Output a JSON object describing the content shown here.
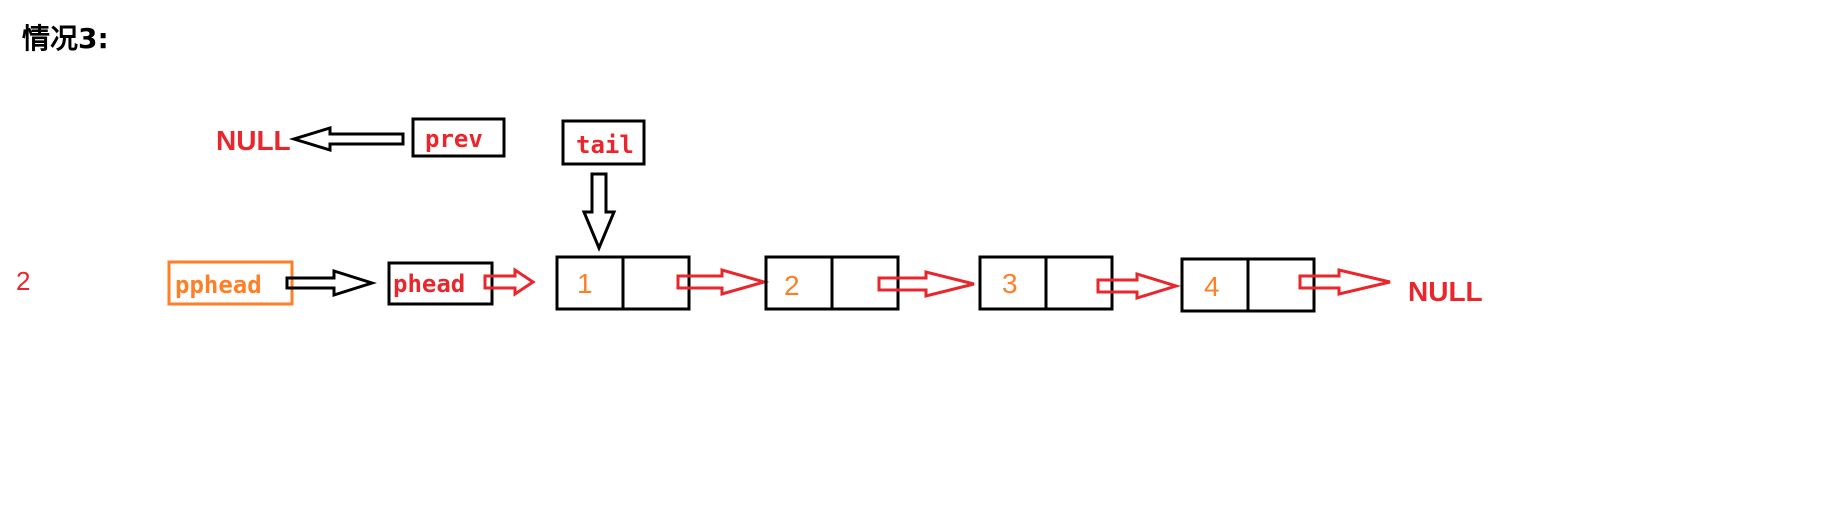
{
  "title": "情况3:",
  "side_number": "2",
  "labels": {
    "prev": "prev",
    "tail": "tail",
    "pphead": "pphead",
    "phead": "phead",
    "null_left": "NULL",
    "null_right": "NULL"
  },
  "nodes": [
    {
      "value": "1"
    },
    {
      "value": "2"
    },
    {
      "value": "3"
    },
    {
      "value": "4"
    }
  ],
  "colors": {
    "red": "#e8262c",
    "orange": "#ff7f27",
    "black": "#000000"
  }
}
